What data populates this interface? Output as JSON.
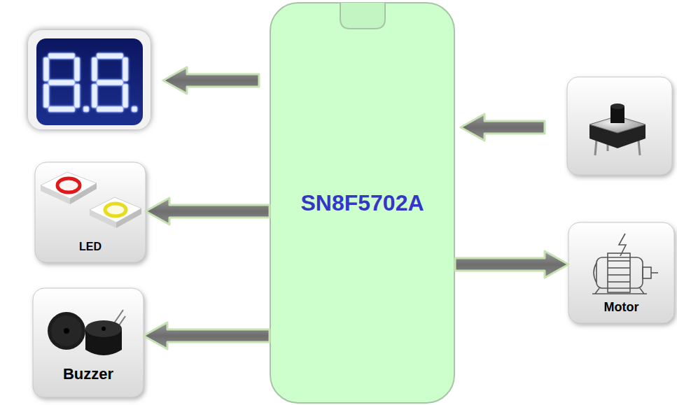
{
  "diagram": {
    "nodes": [
      {
        "text": [
          "SN8F5702A"
        ]
      },
      {
        "text": [
          "LED"
        ]
      },
      {
        "text": [
          "Buzzer"
        ]
      },
      {
        "text": [
          "Motor"
        ]
      }
    ],
    "edges": [
      {
        "from": 0,
        "to": 1,
        "arrow": "to"
      },
      {
        "from": 0,
        "to": 2,
        "arrow": "to"
      },
      {
        "from": 0,
        "to": 3,
        "arrow": "to"
      }
    ]
  }
}
